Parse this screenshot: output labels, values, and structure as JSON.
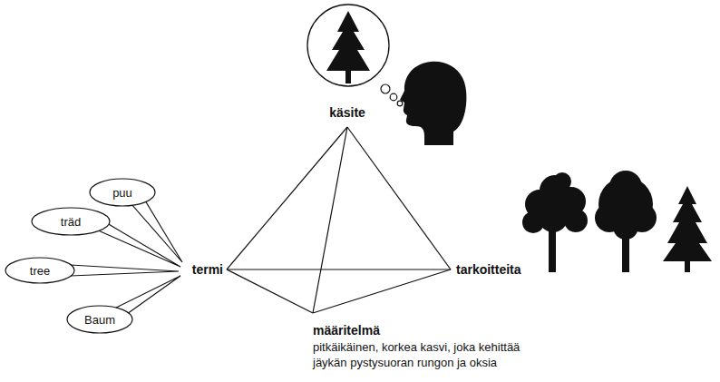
{
  "diagram": {
    "nodes": [
      {
        "text": [
          "puu"
        ]
      },
      {
        "text": [
          "träd"
        ]
      },
      {
        "text": [
          "tree"
        ]
      },
      {
        "text": [
          "Baum"
        ]
      }
    ],
    "labels": [
      "käsite",
      "termi",
      "tarkoitteita",
      "määritelmä",
      "pitkäikäinen, korkea kasvi, joka kehittää jäykän pystysuoran rungon ja oksia"
    ]
  }
}
